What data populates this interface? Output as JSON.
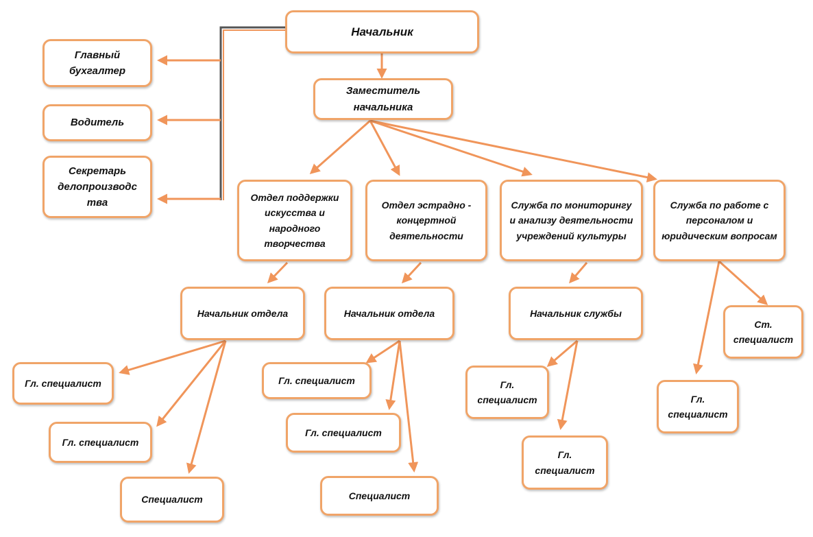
{
  "colors": {
    "border": "#f0a468",
    "arrow": "#f0955a",
    "trunk": "#555555",
    "text": "#111111"
  },
  "nodes": {
    "chief": "Начальник",
    "chief_accountant": "Главный бухгалтер",
    "driver": "Водитель",
    "secretary": "Секретарь делопроизводс тва",
    "deputy": "Заместитель начальника",
    "dept_arts": "Отдел поддержки искусства и народного творчества",
    "dept_concert": "Отдел эстрадно - концертной деятельности",
    "service_monitoring": "Служба по мониторингу и анализу деятельности учреждений культуры",
    "service_personnel": "Служба по работе с персоналом и юридическим вопросам",
    "arts_head": "Начальник отдела",
    "concert_head": "Начальник отдела",
    "monitoring_head": "Начальник службы",
    "arts_chief_spec_1": "Гл. специалист",
    "arts_chief_spec_2": "Гл. специалист",
    "arts_spec": "Специалист",
    "concert_chief_spec_1": "Гл. специалист",
    "concert_chief_spec_2": "Гл. специалист",
    "concert_spec": "Специалист",
    "monitoring_chief_spec_1": "Гл. специалист",
    "monitoring_chief_spec_2": "Гл. специалист",
    "personnel_senior_spec": "Ст. специалист",
    "personnel_chief_spec": "Гл. специалист"
  }
}
